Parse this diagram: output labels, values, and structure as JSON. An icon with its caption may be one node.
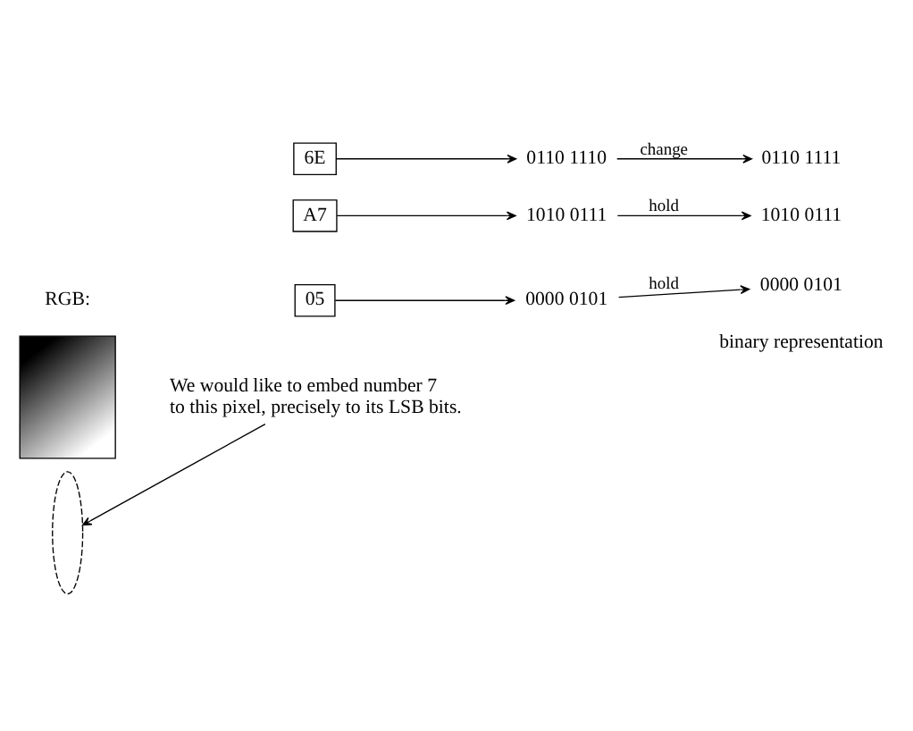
{
  "diagram": {
    "nodes": [
      {
        "text": [],
        "shape": "picture"
      },
      {
        "text": [
          "We would like to embed number 7 to this pixel, precisely to its LSB bits."
        ]
      },
      {
        "text": [
          "05"
        ]
      },
      {
        "text": [
          "A7"
        ]
      },
      {
        "text": [
          "6E"
        ]
      },
      {
        "text": [
          "0110 1110"
        ]
      },
      {
        "text": [
          "1010 0111"
        ]
      },
      {
        "text": [
          "0000 0101"
        ]
      },
      {
        "text": [
          "0110 1111"
        ]
      },
      {
        "text": [
          "1010 0111"
        ]
      },
      {
        "text": [
          "0000 0101"
        ]
      },
      {
        "text": [],
        "shape": "ellipse"
      }
    ],
    "edges": [
      {
        "from": 4,
        "to": 5,
        "arrow": "to"
      },
      {
        "from": 3,
        "to": 6,
        "arrow": "to"
      },
      {
        "from": 2,
        "to": 7,
        "arrow": "to"
      },
      {
        "from": 5,
        "to": 8,
        "arrow": "to",
        "label": "change"
      },
      {
        "from": 6,
        "to": 9,
        "arrow": "to",
        "label": "hold"
      },
      {
        "from": 7,
        "to": 10,
        "arrow": "to",
        "label": "hold"
      },
      {
        "from": 1,
        "to": 11,
        "arrow": "to"
      }
    ],
    "labels": [
      "RGB:",
      "binary representation"
    ]
  }
}
